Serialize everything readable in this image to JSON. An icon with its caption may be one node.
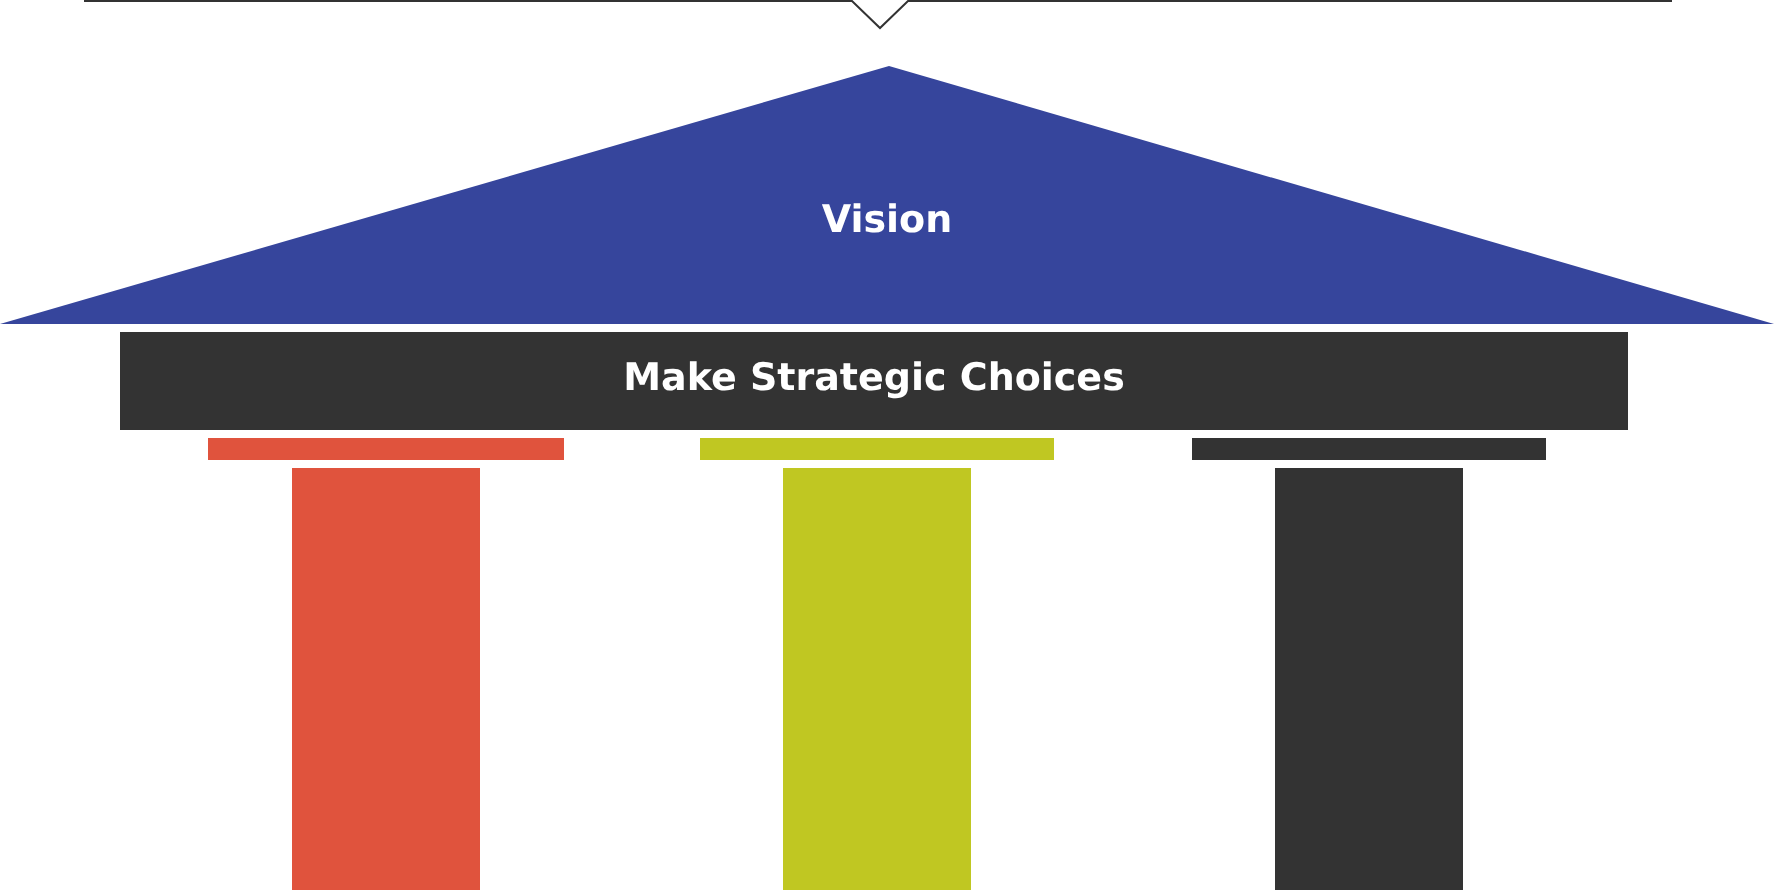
{
  "diagram": {
    "nodes": [
      {
        "text": [
          "Vision"
        ]
      },
      {
        "text": [
          "Make Strategic Choices"
        ]
      },
      {
        "text": [],
        "shape": "pillar"
      },
      {
        "text": [],
        "shape": "pillar"
      },
      {
        "text": [],
        "shape": "pillar"
      }
    ]
  }
}
